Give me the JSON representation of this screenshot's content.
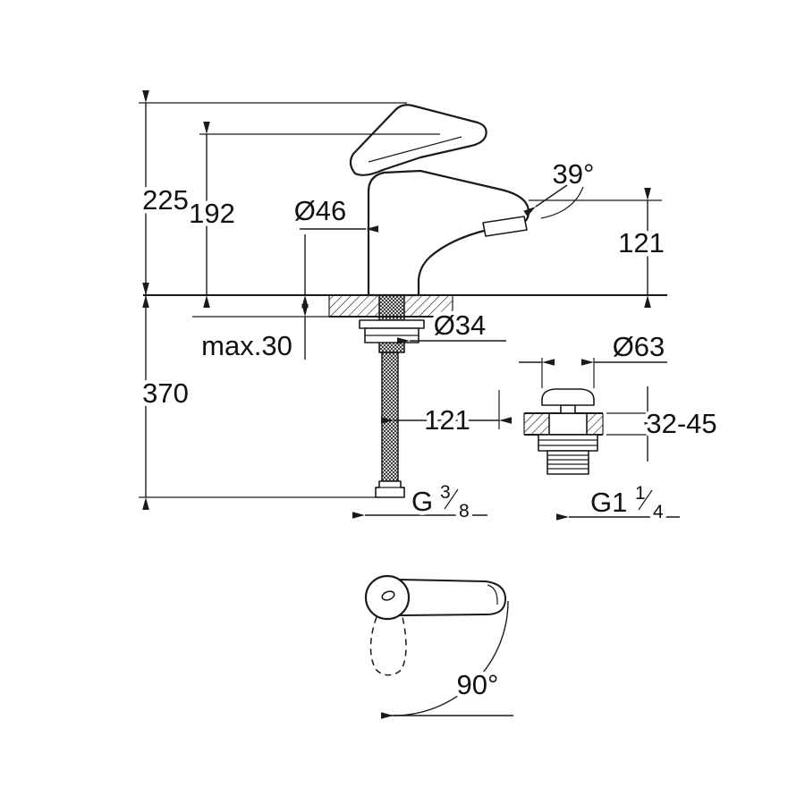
{
  "page": {
    "background": "#ffffff",
    "line_color": "#1a1a1a"
  },
  "drawing": {
    "labels": {
      "height_total": "225",
      "height_lever": "192",
      "body_diameter": "Ø46",
      "spout_angle": "39°",
      "spout_height": "121",
      "hole_diameter": "Ø34",
      "max_deck": "max.30",
      "depth_below": "370",
      "spout_reach": "121",
      "waste_cap_diameter": "Ø63",
      "waste_clamp_range": "32-45",
      "swivel_angle": "90°",
      "inlet_thread": {
        "prefix": "G",
        "numerator": "3",
        "denominator": "8"
      },
      "waste_thread": {
        "prefix": "G1",
        "numerator": "1",
        "denominator": "4"
      }
    }
  }
}
